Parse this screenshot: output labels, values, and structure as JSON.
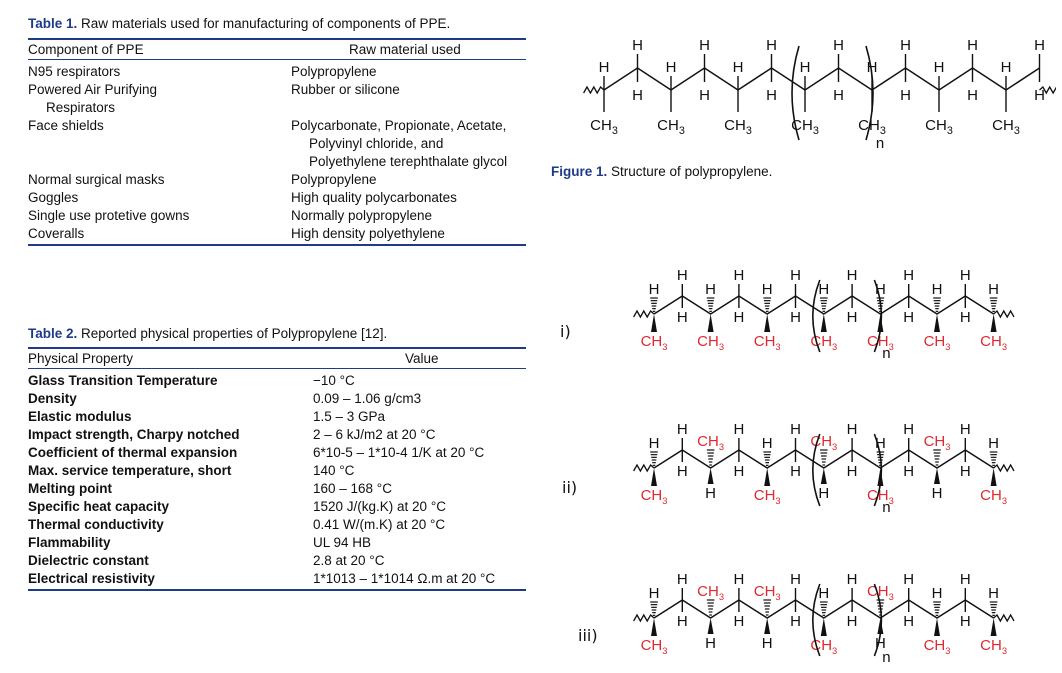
{
  "table1": {
    "label": "Table 1.",
    "caption": "Raw materials used for manufacturing of components of PPE.",
    "headers": [
      "Component of PPE",
      "Raw material used"
    ],
    "rows": [
      {
        "component": "N95 respirators",
        "material": "Polypropylene"
      },
      {
        "component": "Powered Air Purifying",
        "component2": "Respirators",
        "material": "Rubber or silicone"
      },
      {
        "component": "Face shields",
        "material": "Polycarbonate, Propionate, Acetate,",
        "material2": "Polyvinyl chloride, and",
        "material3": "Polyethylene terephthalate glycol"
      },
      {
        "component": "Normal surgical masks",
        "material": "Polypropylene"
      },
      {
        "component": "Goggles",
        "material": "High quality polycarbonates"
      },
      {
        "component": "Single use protetive gowns",
        "material": "Normally polypropylene"
      },
      {
        "component": "Coveralls",
        "material": "High density polyethylene"
      }
    ]
  },
  "table2": {
    "label": "Table 2.",
    "caption": "Reported physical properties of Polypropylene [12].",
    "headers": [
      "Physical Property",
      "Value"
    ],
    "rows": [
      {
        "property": "Glass Transition Temperature",
        "value": "−10 °C"
      },
      {
        "property": "Density",
        "value": "0.09 – 1.06 g/cm3"
      },
      {
        "property": "Elastic modulus",
        "value": "1.5 – 3 GPa"
      },
      {
        "property": "Impact strength, Charpy notched",
        "value": "2 – 6 kJ/m2 at 20 °C"
      },
      {
        "property": "Coefficient of thermal expansion",
        "value": "6*10-5 – 1*10-4 1/K at 20 °C"
      },
      {
        "property": "Max. service temperature, short",
        "value": "140 °C"
      },
      {
        "property": "Melting point",
        "value": "160 – 168 °C"
      },
      {
        "property": "Specific heat capacity",
        "value": "1520 J/(kg.K) at 20 °C"
      },
      {
        "property": "Thermal conductivity",
        "value": "0.41 W/(m.K) at 20 °C"
      },
      {
        "property": "Flammability",
        "value": "UL 94 HB"
      },
      {
        "property": "Dielectric constant",
        "value": "2.8 at 20 °C"
      },
      {
        "property": "Electrical resistivity",
        "value": "1*1013 – 1*1014 Ω.m at 20 °C"
      }
    ]
  },
  "figure1": {
    "label": "Figure 1.",
    "caption": "Structure of polypropylene."
  },
  "chem": {
    "h": "H",
    "ch3": "CH3",
    "n": "n"
  },
  "panels": [
    "i)",
    "ii)",
    "iii)"
  ],
  "colors": {
    "accent": "#1f3a8a",
    "methyl_red": "#e0282e"
  }
}
